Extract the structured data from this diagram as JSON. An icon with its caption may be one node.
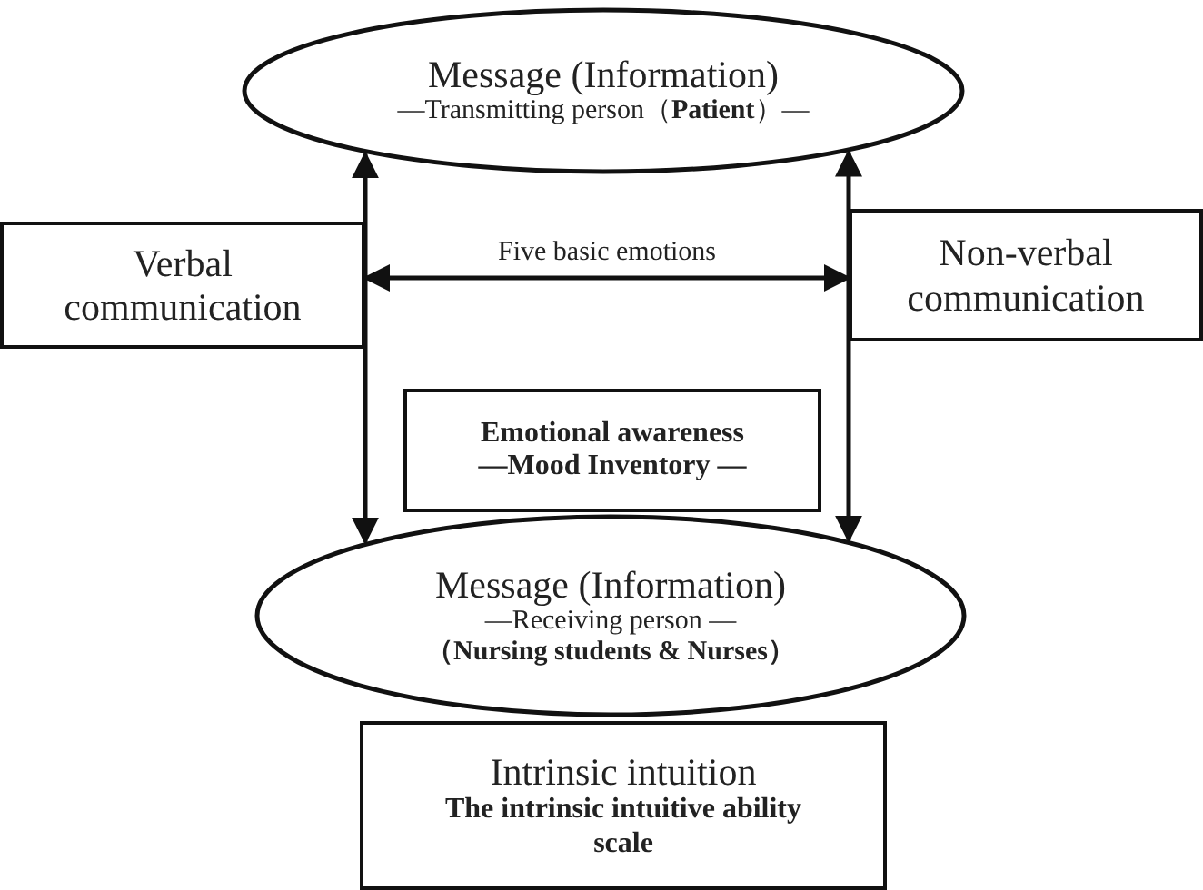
{
  "diagram": {
    "nodes": [
      {
        "text": [
          "Message (Information)",
          "—Transmitting person（**Patient**）—"
        ]
      },
      {
        "text": [
          "Verbal communication"
        ]
      },
      {
        "text": [
          "Non-verbal communication"
        ]
      },
      {
        "text": [
          "Emotional awareness",
          "—Mood Inventory —"
        ]
      },
      {
        "text": [
          "Message (Information)",
          "—Receiving person —",
          "（Nursing students & Nurses）"
        ]
      },
      {
        "text": [
          "Intrinsic intuition",
          "The intrinsic intuitive ability scale"
        ]
      }
    ],
    "edges": [
      {
        "from": 0,
        "to": 4,
        "arrow": "both"
      },
      {
        "from": 0,
        "to": 4,
        "arrow": "both"
      },
      {
        "from": 1,
        "to": 2,
        "arrow": "both",
        "label": "Five basic emotions"
      }
    ]
  }
}
